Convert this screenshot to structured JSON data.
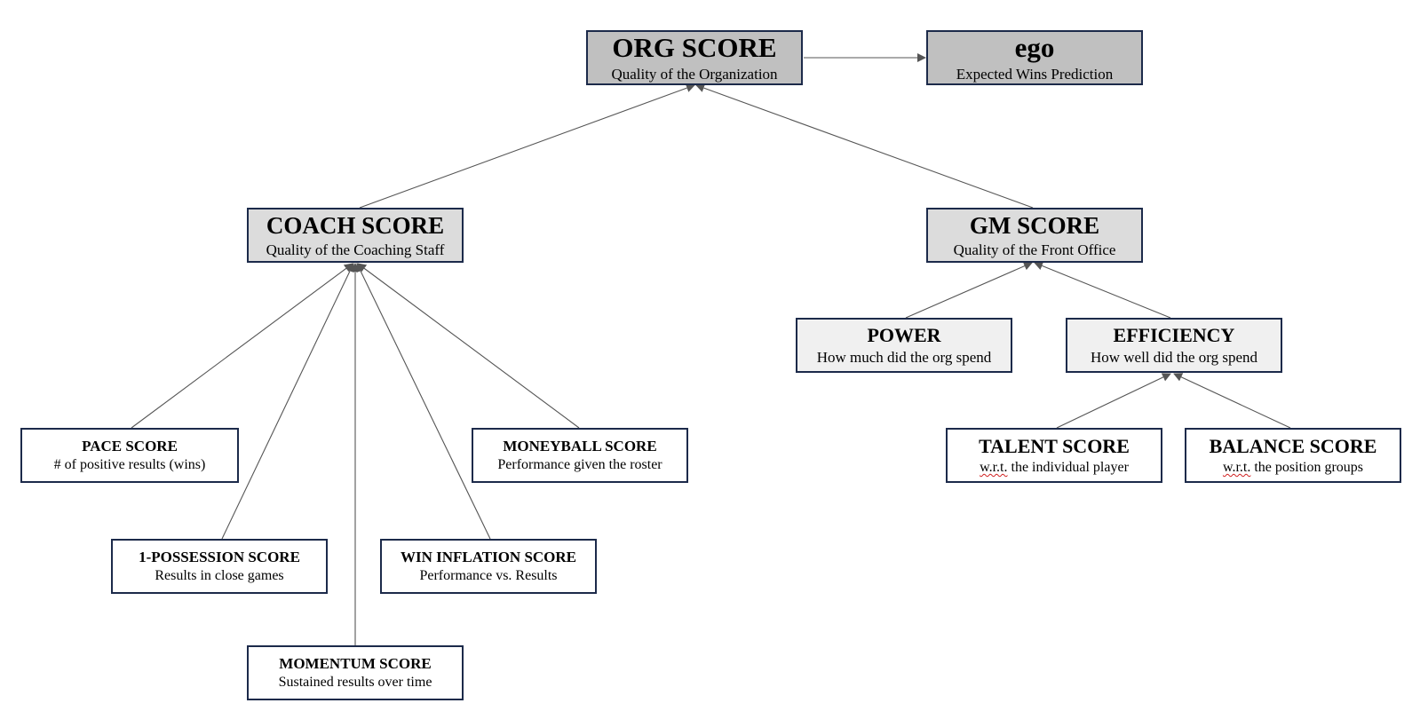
{
  "nodes": {
    "org": {
      "title": "ORG SCORE",
      "sub": "Quality of the Organization"
    },
    "ego": {
      "title": "ego",
      "sub": "Expected Wins Prediction"
    },
    "coach": {
      "title": "COACH SCORE",
      "sub": "Quality of the Coaching Staff"
    },
    "gm": {
      "title": "GM SCORE",
      "sub": "Quality of the Front Office"
    },
    "power": {
      "title": "POWER",
      "sub": "How much did the org spend"
    },
    "efficiency": {
      "title": "EFFICIENCY",
      "sub": "How well did the org spend"
    },
    "pace": {
      "title": "PACE SCORE",
      "sub": "# of positive results (wins)"
    },
    "moneyball": {
      "title": "MONEYBALL SCORE",
      "sub": "Performance given the roster"
    },
    "possession": {
      "title": "1-POSSESSION SCORE",
      "sub": "Results in close games"
    },
    "inflation": {
      "title": "WIN INFLATION SCORE",
      "sub": "Performance vs. Results"
    },
    "momentum": {
      "title": "MOMENTUM SCORE",
      "sub": "Sustained results over time"
    },
    "talent": {
      "title": "TALENT SCORE",
      "sub_abbr": "w.r.t.",
      "sub_rest": " the individual player"
    },
    "balance": {
      "title": "BALANCE SCORE",
      "sub_abbr": "w.r.t.",
      "sub_rest": " the position groups"
    }
  },
  "colors": {
    "border": "#1c2a4a",
    "edge": "#555555",
    "fill_top": "#c0c0c0",
    "fill_mid": "#dcdcdc",
    "fill_low": "#f0f0f0",
    "fill_leaf": "#ffffff"
  }
}
